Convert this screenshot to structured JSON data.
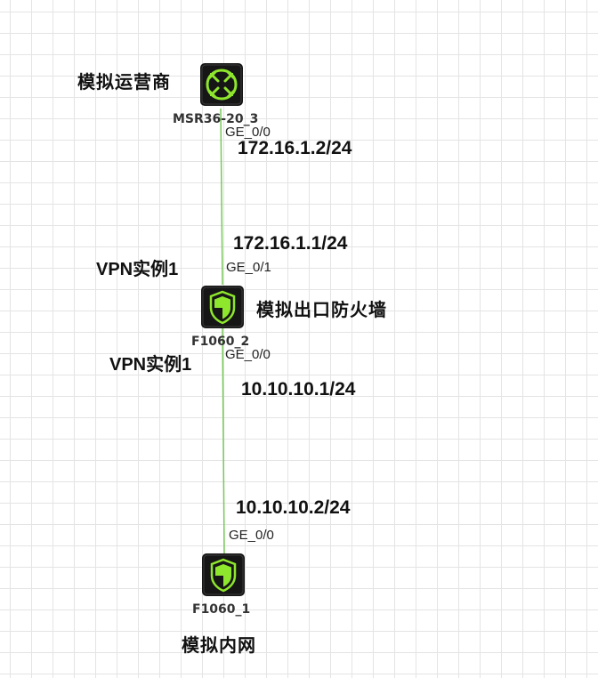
{
  "colors": {
    "link": "#78c85a",
    "device_body": "#161616",
    "device_accent": "#8ee62d",
    "grid": "#e4e4e4"
  },
  "devices": [
    {
      "id": "router",
      "name": "MSR36-20_3",
      "icon": "router-icon",
      "note": "模拟运营商"
    },
    {
      "id": "fw_edge",
      "name": "F1060_2",
      "icon": "firewall-shield-icon",
      "note": "模拟出口防火墙"
    },
    {
      "id": "fw_inner",
      "name": "F1060_1",
      "icon": "firewall-shield-icon",
      "note": "模拟内网"
    }
  ],
  "links": [
    {
      "a_port": "GE_0/0",
      "a_ip": "172.16.1.2/24",
      "b_port": "GE_0/1",
      "b_ip": "172.16.1.1/24",
      "b_vpn": "VPN实例1"
    },
    {
      "a_port": "GE_0/0",
      "a_ip": "10.10.10.1/24",
      "a_vpn": "VPN实例1",
      "b_port": "GE_0/0",
      "b_ip": "10.10.10.2/24"
    }
  ]
}
